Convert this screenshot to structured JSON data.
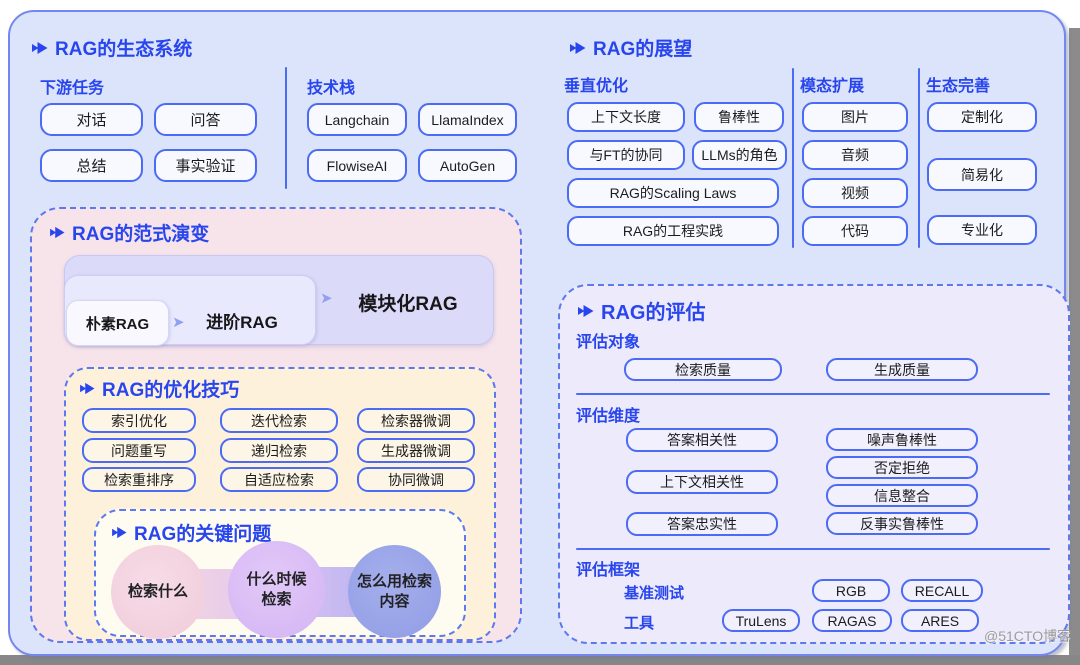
{
  "page": {
    "watermark": "@51CTO博客"
  },
  "colors": {
    "panel_bg": "#dce4fb",
    "panel_border": "#7487ef",
    "title_blue": "#2946ee",
    "pill_border": "#4b6bf5",
    "paradigm_bg": "#f7e4ea",
    "optimization_bg": "#fdf1dc",
    "key_questions_bg": "#fefbf0",
    "evaluation_bg": "#eceafb",
    "circle_pink": "#f2d2de",
    "circle_purple": "#d9bcf5",
    "circle_blue": "#98a3e8"
  },
  "ecosystem": {
    "title": "RAG的生态系统",
    "downstream": {
      "heading": "下游任务",
      "pills": [
        "对话",
        "问答",
        "总结",
        "事实验证"
      ]
    },
    "stack": {
      "heading": "技术栈",
      "pills": [
        "Langchain",
        "LlamaIndex",
        "FlowiseAI",
        "AutoGen"
      ]
    }
  },
  "outlook": {
    "title": "RAG的展望",
    "vertical": {
      "heading": "垂直优化",
      "pills": [
        "上下文长度",
        "鲁棒性",
        "与FT的协同",
        "LLMs的角色",
        "RAG的Scaling Laws",
        "RAG的工程实践"
      ]
    },
    "modal": {
      "heading": "模态扩展",
      "pills": [
        "图片",
        "音频",
        "视频",
        "代码"
      ]
    },
    "eco": {
      "heading": "生态完善",
      "pills": [
        "定制化",
        "简易化",
        "专业化"
      ]
    }
  },
  "paradigm": {
    "title": "RAG的范式演变",
    "stages": [
      "朴素RAG",
      "进阶RAG",
      "模块化RAG"
    ]
  },
  "optimization": {
    "title": "RAG的优化技巧",
    "col1": [
      "索引优化",
      "问题重写",
      "检索重排序"
    ],
    "col2": [
      "迭代检索",
      "递归检索",
      "自适应检索"
    ],
    "col3": [
      "检索器微调",
      "生成器微调",
      "协同微调"
    ]
  },
  "key_questions": {
    "title": "RAG的关键问题",
    "q1_line1": "检索什么",
    "q2_line1": "什么时候",
    "q2_line2": "检索",
    "q3_line1": "怎么用检索",
    "q3_line2": "内容"
  },
  "evaluation": {
    "title": "RAG的评估",
    "targets": {
      "heading": "评估对象",
      "pills": [
        "检索质量",
        "生成质量"
      ]
    },
    "dimensions": {
      "heading": "评估维度",
      "left": [
        "答案相关性",
        "上下文相关性",
        "答案忠实性"
      ],
      "right": [
        "噪声鲁棒性",
        "否定拒绝",
        "信息整合",
        "反事实鲁棒性"
      ]
    },
    "frameworks": {
      "heading": "评估框架",
      "benchmark_label": "基准测试",
      "benchmarks": [
        "RGB",
        "RECALL"
      ],
      "tools_label": "工具",
      "tools": [
        "TruLens",
        "RAGAS",
        "ARES"
      ]
    }
  }
}
